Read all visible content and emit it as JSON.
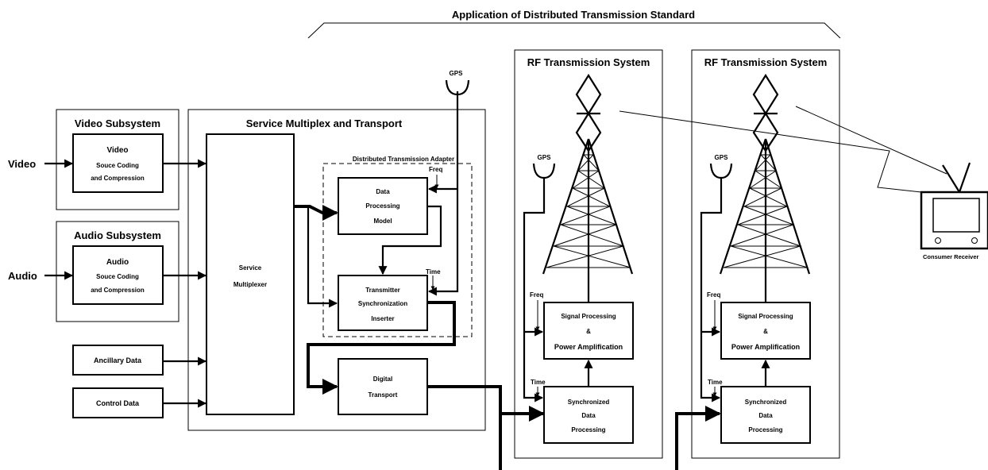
{
  "title": "Application of Distributed Transmission Standard",
  "video_subsystem": {
    "title": "Video Subsystem",
    "input": "Video",
    "box": [
      "Video",
      "Souce Coding",
      "and Compression"
    ]
  },
  "audio_subsystem": {
    "title": "Audio Subsystem",
    "input": "Audio",
    "box": [
      "Audio",
      "Souce Coding",
      "and Compression"
    ]
  },
  "ancillary_data": "Ancillary Data",
  "control_data": "Control Data",
  "service_mux": {
    "title": "Service Multiplex and Transport",
    "multiplexer": [
      "Service",
      "Multiplexer"
    ],
    "adapter_title": "Distributed Transmission Adapter",
    "data_processing": [
      "Data",
      "Processing",
      "Model"
    ],
    "inserter": [
      "Transmitter",
      "Synchronization",
      "Inserter"
    ],
    "transport": [
      "Digital",
      "Transport"
    ],
    "freq": "Freq",
    "time": "Time",
    "gps": "GPS"
  },
  "rf_systems": [
    {
      "title": "RF Transmission System",
      "gps": "GPS",
      "freq": "Freq",
      "time": "Time",
      "signal": [
        "Signal Processing",
        "&",
        "Power Amplification"
      ],
      "sync": [
        "Synchronized",
        "Data",
        "Processing"
      ]
    },
    {
      "title": "RF Transmission System",
      "gps": "GPS",
      "freq": "Freq",
      "time": "Time",
      "signal": [
        "Signal Processing",
        "&",
        "Power Amplification"
      ],
      "sync": [
        "Synchronized",
        "Data",
        "Processing"
      ]
    }
  ],
  "receiver": "Consumer Receiver"
}
